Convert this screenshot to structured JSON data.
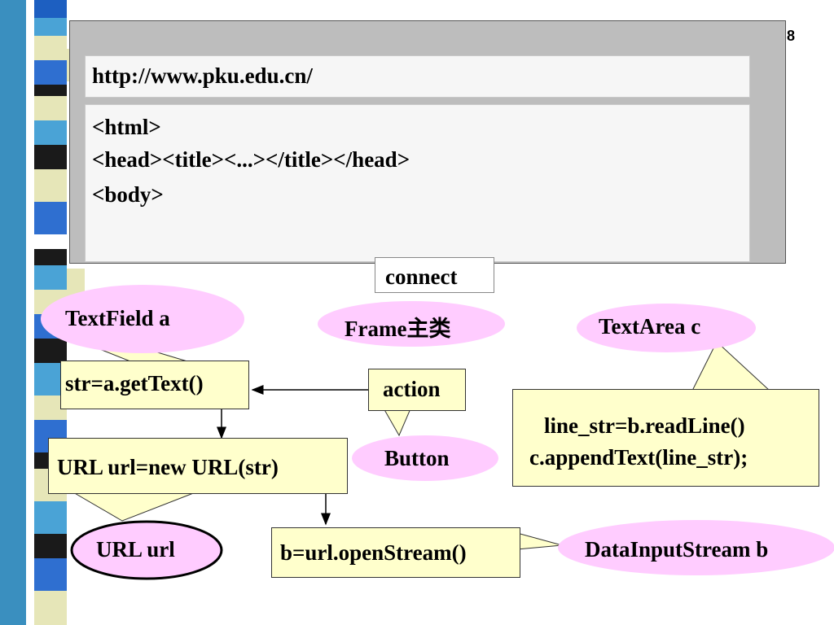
{
  "slide": {
    "page_number": "8",
    "window": {
      "address": "http://www.pku.edu.cn/",
      "code_lines": [
        "<html>",
        "<head><title><...></title></head>",
        "<body>"
      ]
    },
    "connect_label": "connect",
    "ellipses": {
      "textfield": "TextField a",
      "frame": "Frame主类",
      "textarea": "TextArea  c",
      "button": "Button",
      "url": "URL url",
      "datainput": "DataInputStream b"
    },
    "boxes": {
      "gettext": "str=a.getText()",
      "action": "action",
      "newurl": "URL url=new URL(str)",
      "openstream": "b=url.openStream()",
      "readline_1": "line_str=b.readLine()",
      "readline_2": "c.appendText(line_str);"
    },
    "colors": {
      "ellipse_fill": "#ffccff",
      "box_fill": "#ffffcc",
      "window_gray": "#bdbdbd"
    }
  }
}
